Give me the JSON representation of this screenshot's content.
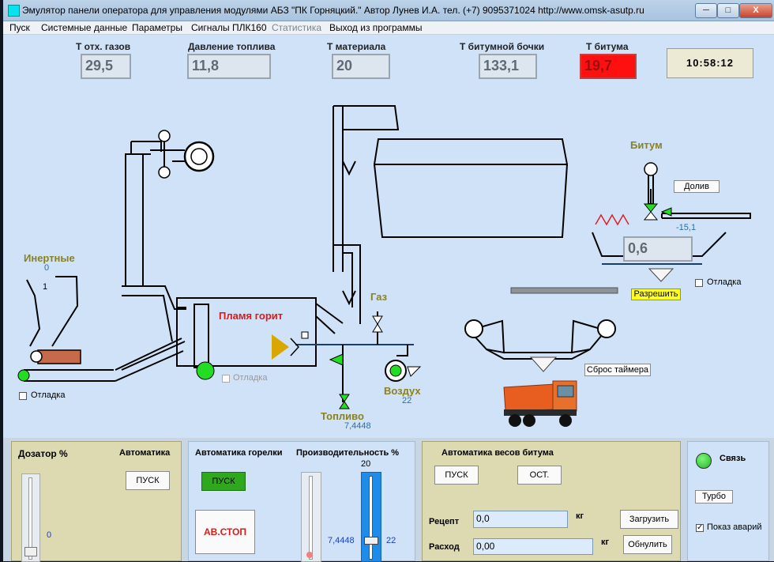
{
  "window": {
    "title": "Эмулятор панели оператора для управления модулями АБЗ \"ПК Горняцкий.\" Автор Лунев И.А.  тел. (+7) 9095371024  http://www.omsk-asutp.ru",
    "minimize": "─",
    "maximize": "□",
    "close": "X"
  },
  "menu": [
    "Пуск",
    "Системные данные",
    "Параметры",
    "Сигналы ПЛК160",
    "Статистика",
    "Выход из программы"
  ],
  "readouts": {
    "t_gas_label": "Т отх. газов",
    "t_gas": "29,5",
    "fuel_pressure_label": "Давление топлива",
    "fuel_pressure": "11,8",
    "t_material_label": "Т материала",
    "t_material": "20",
    "t_barrel_label": "Т битумной бочки",
    "t_barrel": "133,1",
    "t_bitumen_label": "Т битума",
    "t_bitumen": "19,7"
  },
  "clock": "10:58:12",
  "inert": {
    "label": "Инертные",
    "value_top": "0",
    "value_inside": "1",
    "debug_label": "Отладка"
  },
  "burner": {
    "flame_text": "Пламя горит",
    "debug_label": "Отладка"
  },
  "gas_label": "Газ",
  "air": {
    "label": "Воздух",
    "value": "22"
  },
  "fuel": {
    "label": "Топливо",
    "value": "7,4448"
  },
  "bitumen": {
    "label": "Битум",
    "fill_button": "Долив",
    "flow_value": "-15,1",
    "weight": "0,6",
    "debug_label": "Отладка",
    "allow_button": "Разрешить",
    "reset_timer_button": "Сброс таймера"
  },
  "doser": {
    "title": "Дозатор %",
    "auto_label": "Автоматика",
    "start_button": "ПУСК",
    "slider_value": "0",
    "slider_level": 0
  },
  "burner_auto": {
    "title": "Автоматика горелки",
    "productivity_title": "Производительность %",
    "start_button": "ПУСК",
    "stop_button": "АВ.СТОП",
    "burner_slider_value": "7,4448",
    "prod_slider_top": "20",
    "prod_slider_value": "22"
  },
  "scales": {
    "title": "Автоматика весов  битума",
    "start_button": "ПУСК",
    "stop_button": "ОСТ.",
    "recipe_label": "Рецепт",
    "recipe_value": "0,0",
    "recipe_unit": "кг",
    "expense_label": "Расход",
    "expense_value": "0,00",
    "expense_unit": "кг",
    "load_button": "Загрузить",
    "reset_button": "Обнулить"
  },
  "link": {
    "label": "Связь",
    "turbo_button": "Турбо",
    "show_alarms_label": "Показ аварий",
    "show_alarms_checked": true
  },
  "colors": {
    "window_bg": "#cfe2f8",
    "panel_bg": "#ddd9b0",
    "indicator_green": "#22cc22",
    "alarm_red": "#ff1010",
    "allow_yellow": "#ffff20"
  }
}
